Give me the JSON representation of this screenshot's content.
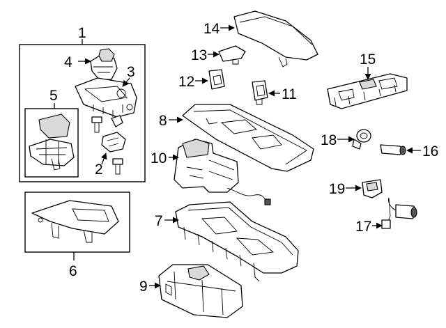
{
  "callouts": {
    "c1": "1",
    "c2": "2",
    "c3": "3",
    "c4": "4",
    "c5": "5",
    "c6": "6",
    "c7": "7",
    "c8": "8",
    "c9": "9",
    "c10": "10",
    "c11": "11",
    "c12": "12",
    "c13": "13",
    "c14": "14",
    "c15": "15",
    "c16": "16",
    "c17": "17",
    "c18": "18",
    "c19": "19"
  },
  "colors": {
    "line": "#000000",
    "background": "#ffffff",
    "shade": "#d9d9d9"
  }
}
